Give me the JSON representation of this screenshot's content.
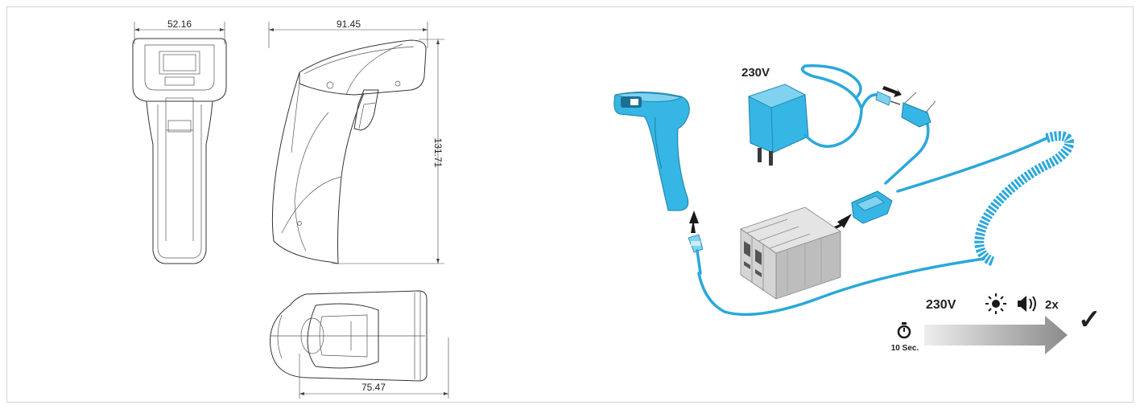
{
  "dimensions": {
    "front_width": "52.16",
    "side_width": "91.45",
    "side_height": "131.71",
    "top_width": "75.47"
  },
  "setup": {
    "adapter_voltage": "230V",
    "sequence_voltage": "230V",
    "beep_count": "2x",
    "timer_label": "10 Sec.",
    "done_mark": "✓"
  },
  "colors": {
    "scanner_blue": "#35b6e4",
    "cable_blue": "#2aa8da",
    "line": "#333333"
  }
}
